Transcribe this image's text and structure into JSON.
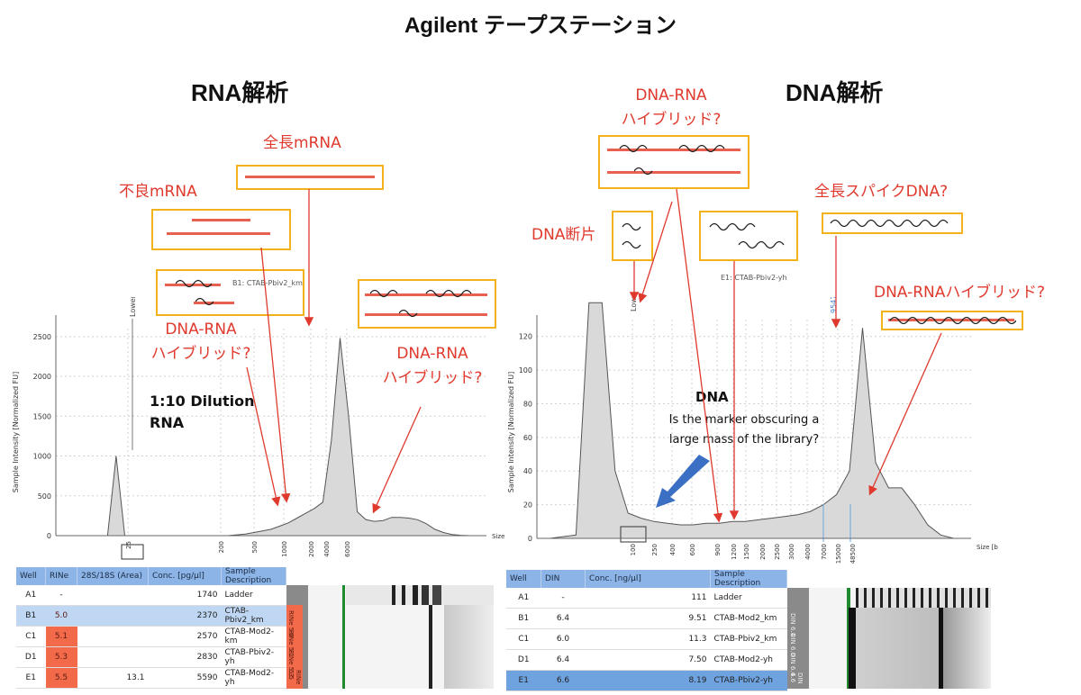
{
  "page": {
    "title": "Agilent テープステーション",
    "rna_title": "RNA解析",
    "dna_title": "DNA解析"
  },
  "rna": {
    "annotations": {
      "full_mrna": "全長mRNA",
      "bad_mrna": "不良mRNA",
      "hybrid_left_1": "DNA-RNA",
      "hybrid_left_2": "ハイブリッド?",
      "hybrid_right_1": "DNA-RNA",
      "hybrid_right_2": "ハイブリッド?",
      "dilution_1": "1:10 Dilution",
      "dilution_2": "RNA"
    },
    "sample_label": "B1: CTAB-Pbiv2_km",
    "table": {
      "headers": [
        "Well",
        "RINe",
        "28S/18S (Area)",
        "Conc. [pg/µl]",
        "Sample Description"
      ],
      "rows": [
        {
          "well": "A1",
          "rin": "-",
          "ratio": "",
          "conc": "1740",
          "desc": "Ladder"
        },
        {
          "well": "B1",
          "rin": "5.0",
          "ratio": "",
          "conc": "2370",
          "desc": "CTAB-Pbiv2_km"
        },
        {
          "well": "C1",
          "rin": "5.1",
          "ratio": "",
          "conc": "2570",
          "desc": "CTAB-Mod2-km"
        },
        {
          "well": "D1",
          "rin": "5.3",
          "ratio": "",
          "conc": "2830",
          "desc": "CTAB-Pbiv2-yh"
        },
        {
          "well": "E1",
          "rin": "5.5",
          "ratio": "13.1",
          "conc": "5590",
          "desc": "CTAB-Mod2-yh"
        }
      ],
      "lane_tags": [
        "RINe 5.0",
        "RINe 5.1",
        "RINe 5.3",
        "RINe 5.5"
      ]
    }
  },
  "dna": {
    "annotations": {
      "hybrid_top_1": "DNA-RNA",
      "hybrid_top_2": "ハイブリッド?",
      "full_spike": "全長スパイクDNA?",
      "fragment": "DNA断片",
      "hybrid_right": "DNA-RNAハイブリッド?",
      "dna_label": "DNA",
      "question_1": "Is the marker obscuring a",
      "question_2": "large mass of the library?"
    },
    "sample_label": "E1: CTAB-Pbiv2-yh",
    "table": {
      "headers": [
        "Well",
        "DIN",
        "Conc. [ng/µl]",
        "Sample Description"
      ],
      "rows": [
        {
          "well": "A1",
          "din": "-",
          "conc": "111",
          "desc": "Ladder"
        },
        {
          "well": "B1",
          "din": "6.4",
          "conc": "9.51",
          "desc": "CTAB-Mod2_km"
        },
        {
          "well": "C1",
          "din": "6.0",
          "conc": "11.3",
          "desc": "CTAB-Pbiv2_km"
        },
        {
          "well": "D1",
          "din": "6.4",
          "conc": "7.50",
          "desc": "CTAB-Mod2-yh"
        },
        {
          "well": "E1",
          "din": "6.6",
          "conc": "8.19",
          "desc": "CTAB-Pbiv2-yh"
        }
      ],
      "lane_tags": [
        "DIN 6.4",
        "DIN 6.0",
        "DIN 6.4",
        "DIN 6.6"
      ]
    }
  },
  "chart_data": [
    {
      "type": "area",
      "title": "",
      "xlabel": "Size [nt]",
      "ylabel": "Sample Intensity [Normalized FU]",
      "ylim": [
        0,
        2600
      ],
      "y_ticks": [
        0,
        500,
        1000,
        1500,
        2000,
        2500
      ],
      "x_tick_labels": [
        "25",
        "200",
        "500",
        "1000",
        "2000",
        "4000",
        "6000"
      ],
      "marker_label": "Lower",
      "grid": true,
      "series": [
        {
          "x": [
            0,
            2,
            4,
            6,
            8,
            10,
            12,
            14,
            16,
            18,
            20,
            22,
            24,
            26,
            28,
            30,
            32,
            34,
            36,
            38,
            40,
            42,
            44,
            46,
            48,
            50,
            52,
            54,
            56,
            58,
            60,
            62,
            64,
            66,
            68,
            70,
            72,
            74,
            76,
            78,
            80,
            82,
            84,
            86,
            88,
            90,
            92,
            94,
            96,
            98,
            100
          ],
          "values": [
            0,
            0,
            0,
            0,
            0,
            0,
            0,
            1000,
            0,
            0,
            0,
            0,
            0,
            0,
            0,
            0,
            0,
            0,
            0,
            0,
            0,
            10,
            20,
            40,
            60,
            80,
            120,
            160,
            220,
            280,
            340,
            420,
            1200,
            2480,
            1500,
            300,
            200,
            180,
            190,
            230,
            230,
            220,
            200,
            150,
            80,
            40,
            15,
            5,
            0,
            0,
            0
          ]
        }
      ]
    },
    {
      "type": "area",
      "title": "",
      "xlabel": "Size [bp]",
      "ylabel": "Sample Intensity [Normalized FU]",
      "ylim": [
        0,
        130
      ],
      "y_ticks": [
        0,
        20,
        40,
        60,
        80,
        100,
        120
      ],
      "x_tick_labels": [
        "100",
        "250",
        "400",
        "600",
        "900",
        "1200",
        "1500",
        "2000",
        "2500",
        "3000",
        "4000",
        "7000",
        "15000",
        "48500"
      ],
      "marker_label": "Lower",
      "peak_label": "9547",
      "grid": true,
      "series": [
        {
          "x": [
            0,
            3,
            6,
            9,
            12,
            15,
            18,
            21,
            24,
            27,
            30,
            33,
            36,
            39,
            42,
            45,
            48,
            51,
            54,
            57,
            60,
            63,
            66,
            69,
            72,
            75,
            78,
            81,
            84,
            87,
            90,
            93,
            96,
            99
          ],
          "values": [
            0,
            0,
            1,
            2,
            140,
            140,
            40,
            15,
            12,
            10,
            9,
            8,
            8,
            9,
            9,
            10,
            10,
            11,
            12,
            13,
            14,
            16,
            20,
            26,
            40,
            125,
            45,
            30,
            30,
            20,
            8,
            2,
            0,
            0
          ]
        }
      ]
    }
  ]
}
